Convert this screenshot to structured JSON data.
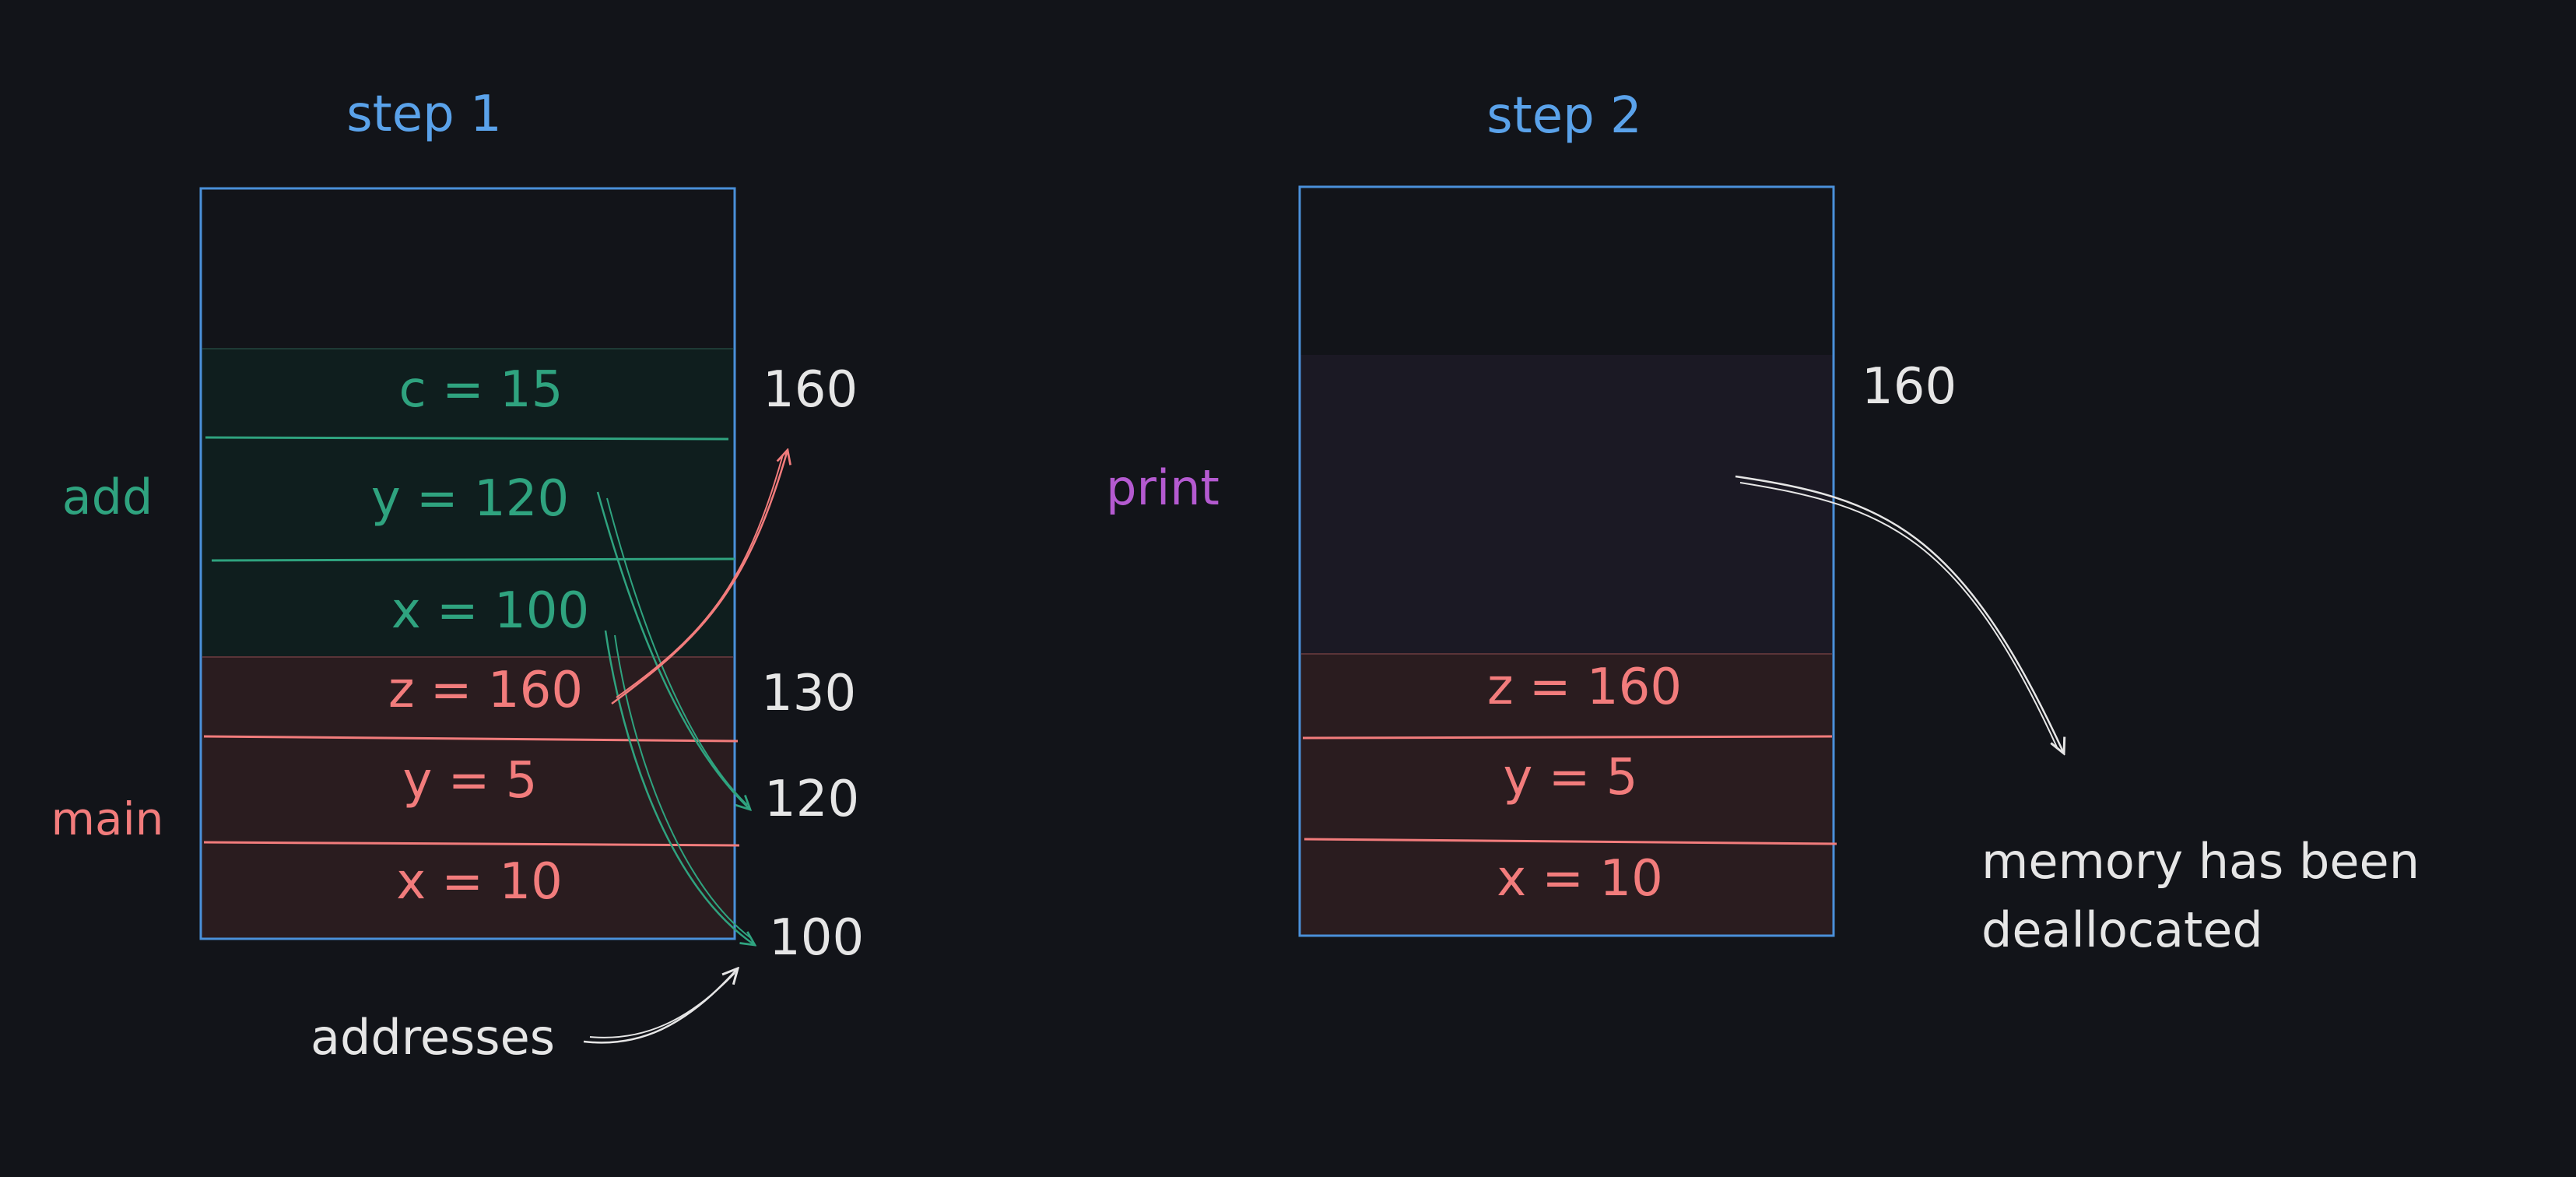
{
  "colors": {
    "background": "#121419",
    "frame_blue": "#4a90d9",
    "title_blue": "#5aa2ea",
    "add_green": "#2fa37f",
    "main_red": "#f27c7c",
    "print_purple": "#b45ad0",
    "annotation_white": "#e6e6e6",
    "add_fill": "#0f1e1e",
    "main_fill": "#2a1c1f",
    "print_fill": "#1b1924"
  },
  "step1": {
    "title": "step 1",
    "add_label": "add",
    "main_label": "main",
    "add_cells": [
      "c = 15",
      "y = 120",
      "x = 100"
    ],
    "main_cells": [
      "z = 160",
      "y = 5",
      "x = 10"
    ],
    "addresses": [
      "160",
      "130",
      "120",
      "100"
    ],
    "annotation": "addresses"
  },
  "step2": {
    "title": "step 2",
    "print_label": "print",
    "main_cells": [
      "z = 160",
      "y = 5",
      "x = 10"
    ],
    "address": "160",
    "note_line1": "memory has been",
    "note_line2": "deallocated"
  }
}
